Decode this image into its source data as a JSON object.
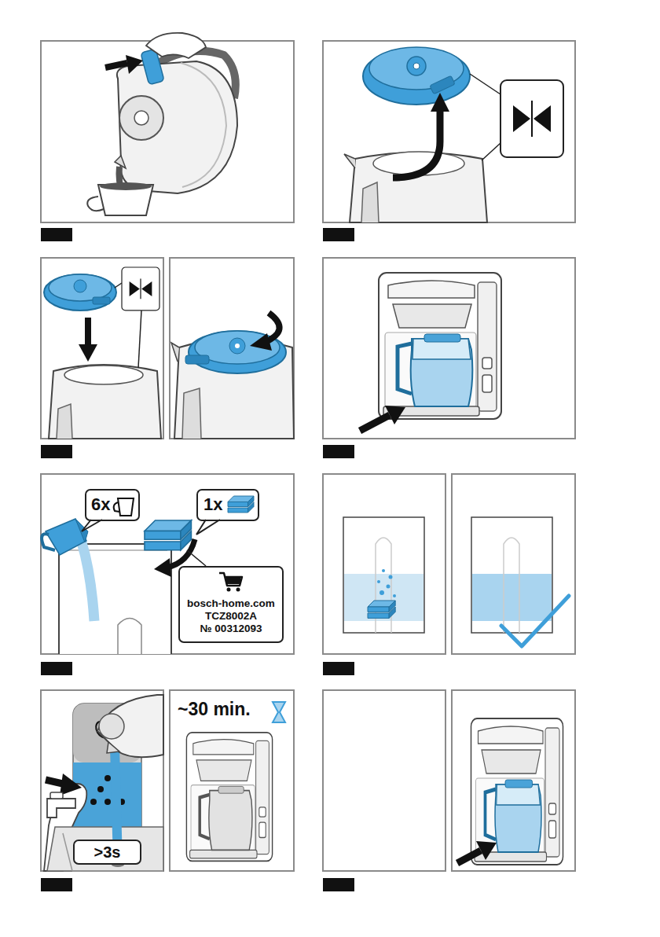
{
  "diagram": {
    "nodes": [
      {
        "text": [
          "6x"
        ]
      },
      {
        "text": [
          "1x"
        ]
      },
      {
        "text": [
          "bosch-home.com",
          "TCZ8002A",
          "№ 00312093"
        ]
      },
      {
        "text": [
          ">3s"
        ]
      }
    ],
    "labels": [
      "~30 min."
    ]
  }
}
